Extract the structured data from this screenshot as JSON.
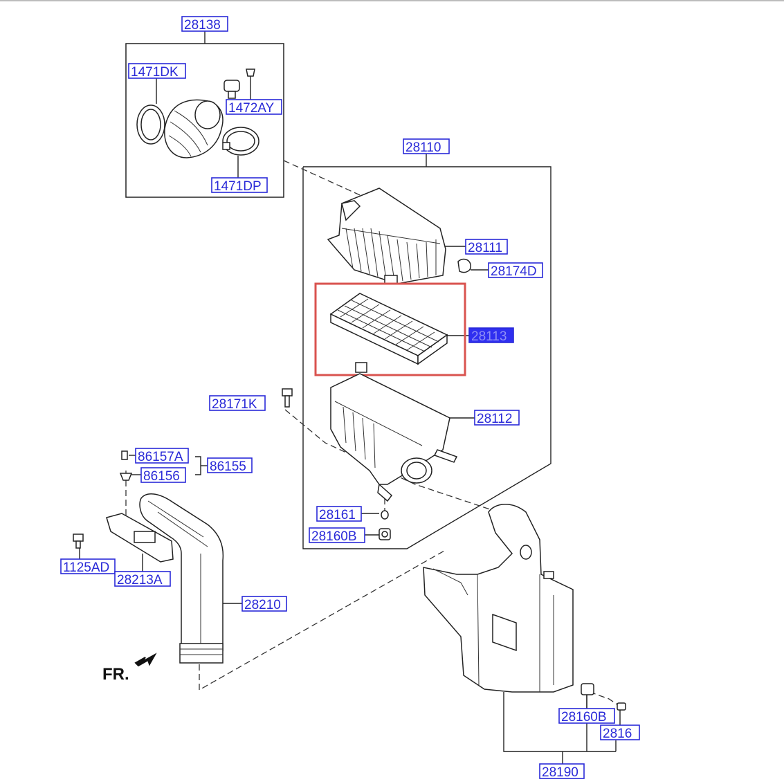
{
  "labels": {
    "p28138": "28138",
    "p1471DK": "1471DK",
    "p1472AY": "1472AY",
    "p1471DP": "1471DP",
    "p28110": "28110",
    "p28111": "28111",
    "p28174D": "28174D",
    "p28113": "28113",
    "p28171K": "28171K",
    "p28112": "28112",
    "p86157A": "86157A",
    "p86155": "86155",
    "p86156": "86156",
    "p28161a": "28161",
    "p28160Ba": "28160B",
    "p1125AD": "1125AD",
    "p28213A": "28213A",
    "p28210": "28210",
    "p28160Bb": "28160B",
    "p28161b": "2816",
    "p28190": "28190"
  },
  "front_indicator": "FR.",
  "colors": {
    "label_blue": "#2a2ad8",
    "selected_fill": "#2f2ff0",
    "highlight_red": "#d9534f"
  }
}
